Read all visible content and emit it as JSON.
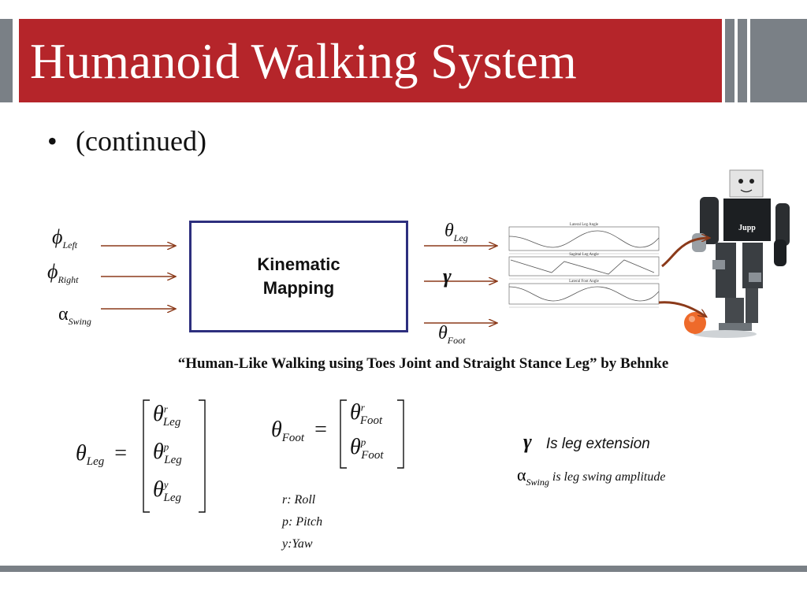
{
  "slide": {
    "title": "Humanoid Walking System",
    "bullet": "(continued)"
  },
  "diagram": {
    "box_label": "Kinematic Mapping",
    "inputs": [
      {
        "symbol": "ϕ",
        "subscript": "Left"
      },
      {
        "symbol": "ϕ",
        "subscript": "Right"
      },
      {
        "symbol": "α",
        "subscript": "Swing"
      }
    ],
    "outputs": [
      {
        "symbol": "θ",
        "subscript": "Leg"
      },
      {
        "symbol": "γ",
        "subscript": ""
      },
      {
        "symbol": "θ",
        "subscript": "Foot"
      }
    ],
    "plots": [
      {
        "title": "Lateral Leg Angle"
      },
      {
        "title": "Sagittal Leg Angle"
      },
      {
        "title": "Lateral Foot Angle"
      }
    ],
    "robot_label": "Jupp",
    "arrow_color": "#8b3a1a",
    "box_border_color": "#2d2f7e"
  },
  "caption": "“Human-Like Walking using Toes Joint and Straight Stance Leg” by Behnke",
  "equations": {
    "leg": {
      "lhs_symbol": "θ",
      "lhs_sub": "Leg",
      "rows": [
        {
          "sym": "θ",
          "sup": "r",
          "sub": "Leg"
        },
        {
          "sym": "θ",
          "sup": "p",
          "sub": "Leg"
        },
        {
          "sym": "θ",
          "sup": "y",
          "sub": "Leg"
        }
      ]
    },
    "foot": {
      "lhs_symbol": "θ",
      "lhs_sub": "Foot",
      "rows": [
        {
          "sym": "θ",
          "sup": "r",
          "sub": "Foot"
        },
        {
          "sym": "θ",
          "sup": "p",
          "sub": "Foot"
        }
      ]
    },
    "equals": "="
  },
  "legend_rpy": [
    "r: Roll",
    "p: Pitch",
    "y:Yaw"
  ],
  "definitions": {
    "gamma_symbol": "γ",
    "gamma_text": "Is leg extension",
    "alpha_symbol": "α",
    "alpha_sub": "Swing",
    "alpha_text": "is leg swing amplitude"
  },
  "colors": {
    "header_red": "#b5252a",
    "stripe_gray": "#7a8086"
  }
}
